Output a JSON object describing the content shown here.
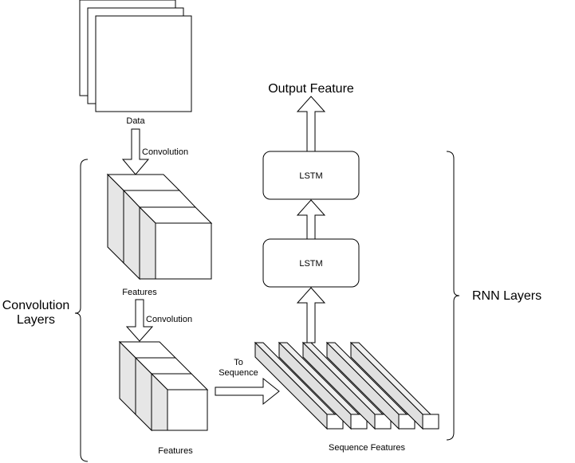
{
  "diagram": {
    "labels": {
      "data": "Data",
      "convolution_1": "Convolution",
      "features_1": "Features",
      "convolution_2": "Convolution",
      "features_2": "Features",
      "to_sequence_line1": "To",
      "to_sequence_line2": "Sequence",
      "sequence_features": "Sequence Features",
      "lstm_1": "LSTM",
      "lstm_2": "LSTM",
      "output_feature": "Output Feature",
      "convolution_layers_line1": "Convolution",
      "convolution_layers_line2": "Layers",
      "rnn_layers": "RNN Layers"
    },
    "colors": {
      "stroke": "#000000",
      "face_light": "#ffffff",
      "face_mid": "#f0f0f0",
      "face_dark": "#e0e0e0"
    }
  }
}
